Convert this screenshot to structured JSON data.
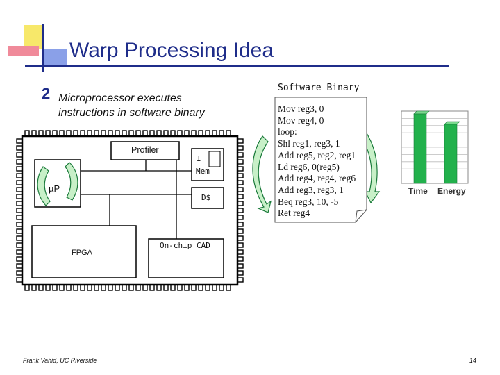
{
  "slide": {
    "title": "Warp Processing Idea",
    "bullet_number": "2",
    "bullet_line1": "Microprocessor executes",
    "bullet_line2": "instructions in software binary",
    "footer_left": "Frank Vahid, UC Riverside",
    "page_number": "14"
  },
  "diagram": {
    "profiler_label": "Profiler",
    "up_label": "µP",
    "imem_line1": "I",
    "imem_line2": "Mem",
    "dcache_label": "D$",
    "fpga_label": "FPGA",
    "cad_label": "On-chip CAD"
  },
  "binary": {
    "title": "Software Binary",
    "lines": [
      "Mov reg3, 0",
      "Mov reg4, 0",
      "loop:",
      "Shl reg1, reg3, 1",
      "Add reg5, reg2, reg1",
      "Ld reg6, 0(reg5)",
      "Add reg4, reg4, reg6",
      "Add reg3, reg3, 1",
      "Beq reg3, 10, -5",
      "Ret reg4"
    ]
  },
  "chart_data": {
    "type": "bar",
    "categories": [
      "Time",
      "Energy"
    ],
    "values": [
      100,
      85
    ],
    "ylim": [
      0,
      100
    ],
    "grid": true,
    "bar_color": "#22b14c"
  }
}
